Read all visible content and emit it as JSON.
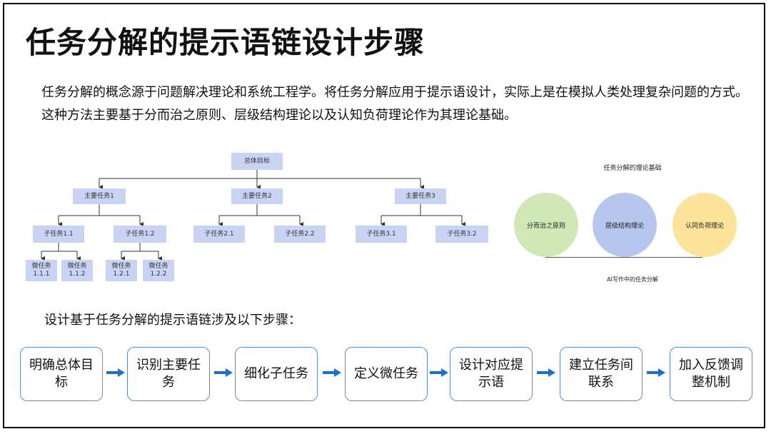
{
  "title": "任务分解的提示语链设计步骤",
  "intro": "任务分解的概念源于问题解决理论和系统工程学。将任务分解应用于提示语设计，实际上是在模拟人类处理复杂问题的方式。这种方法主要基于分而治之原则、层级结构理论以及认知负荷理论作为其理论基础。",
  "tree": {
    "root": "总体目标",
    "main": [
      "主要任务1",
      "主要任务2",
      "主要任务3"
    ],
    "sub": [
      "子任务1.1",
      "子任务1.2",
      "子任务2.1",
      "子任务2.2",
      "子任务3.1",
      "子任务3.2"
    ],
    "micro": [
      {
        "line1": "微任务",
        "line2": "1.1.1"
      },
      {
        "line1": "微任务",
        "line2": "1.1.2"
      },
      {
        "line1": "微任务",
        "line2": "1.2.1"
      },
      {
        "line1": "微任务",
        "line2": "1.2.2"
      }
    ]
  },
  "theory": {
    "title": "任务分解的理论基础",
    "circles": [
      {
        "label": "分而治之原则",
        "color": "#cfe8b5"
      },
      {
        "label": "层级结构理论",
        "color": "#b7c6ec"
      },
      {
        "label": "认同负荷理论",
        "color": "#fbe49a"
      }
    ],
    "caption": "AI写作中的任务分解"
  },
  "steps_intro": "设计基于任务分解的提示语链涉及以下步骤：",
  "steps": [
    "明确总体目标",
    "识别主要任务",
    "细化子任务",
    "定义微任务",
    "设计对应提示语",
    "建立任务间联系",
    "加入反馈调整机制"
  ],
  "colors": {
    "node_fill": "#c9d3f3",
    "step_border": "#5b8fd6",
    "arrow": "#1f6fc5"
  }
}
